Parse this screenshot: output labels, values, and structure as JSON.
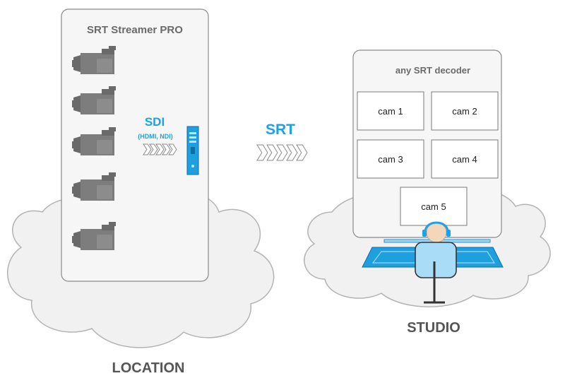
{
  "location": {
    "device_title": "SRT Streamer PRO",
    "camera_count": 5,
    "sdi_label": "SDI",
    "sdi_sub_label": "(HDMI, NDI)",
    "caption": "LOCATION"
  },
  "transport": {
    "label": "SRT"
  },
  "studio": {
    "decoder_title": "any SRT decoder",
    "cams": [
      "cam 1",
      "cam 2",
      "cam 3",
      "cam 4",
      "cam 5"
    ],
    "caption": "STUDIO"
  },
  "colors": {
    "accent": "#1aa3e8",
    "text_gray": "#6a6a6a",
    "cloud_fill": "#f1f1f1"
  }
}
